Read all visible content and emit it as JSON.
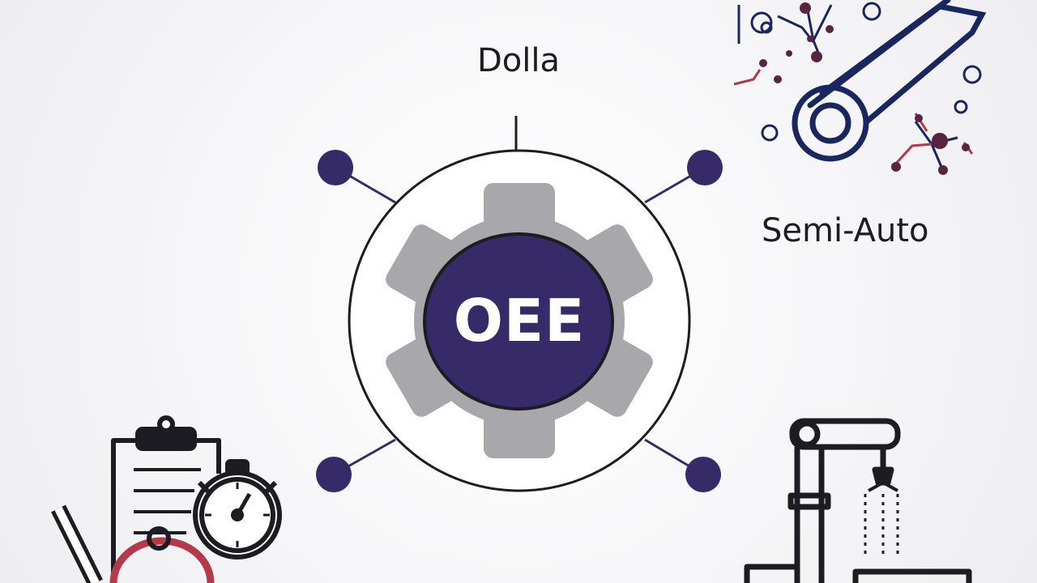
{
  "labels": {
    "top": "Dolla",
    "right": "Semi-Auto",
    "center": "OEE"
  },
  "colors": {
    "navy": "#362b68",
    "dark_navy": "#1a2660",
    "outline": "#1c1c22",
    "gear_gray": "#a8a8ac",
    "accent_red": "#b23a4a",
    "background": "#f4f4f6"
  },
  "icons": {
    "center": "gear-icon",
    "top_right": "robot-arm-network-icon",
    "bottom_left": "clipboard-stopwatch-icon",
    "bottom_right": "industrial-robot-arm-icon"
  }
}
